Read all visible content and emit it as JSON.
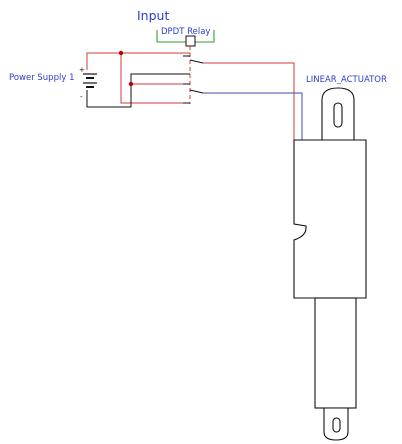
{
  "labels": {
    "input": "Input",
    "relay": "DPDT Relay",
    "power_supply": "Power Supply 1",
    "actuator": "LINEAR_ACTUATOR",
    "plus": "+",
    "minus": "-"
  },
  "colors": {
    "wire_red": "#d23a3a",
    "wire_blue": "#3a4fb0",
    "wire_black": "#111111",
    "relay_green": "#3a9a3a",
    "label_blue": "#2a3fc8",
    "outline": "#111111"
  },
  "components": [
    {
      "name": "power-supply",
      "label_key": "power_supply"
    },
    {
      "name": "dpdt-relay",
      "label_key": "relay"
    },
    {
      "name": "linear-actuator",
      "label_key": "actuator"
    }
  ]
}
